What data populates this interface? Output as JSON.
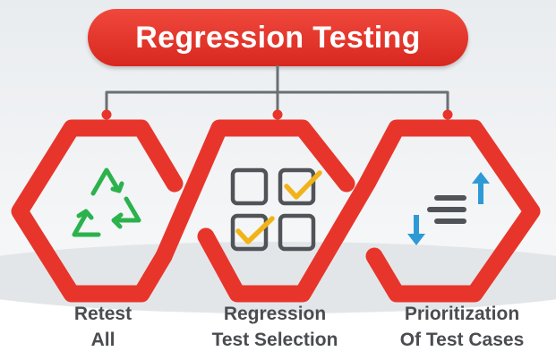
{
  "title": "Regression Testing",
  "colors": {
    "brand_red": "#e8352b",
    "connector_gray": "#6b6e73",
    "icon_green": "#2bb24c",
    "checkbox_gray": "#505358",
    "check_yellow": "#f2b318",
    "arrow_blue": "#2d9ad6",
    "label_text": "#4a4c50"
  },
  "items": [
    {
      "id": "retest-all",
      "icon": "recycle-icon",
      "label_lines": [
        "Retest",
        "All"
      ]
    },
    {
      "id": "regression-test-selection",
      "icon": "checkbox-grid-icon",
      "label_lines": [
        "Regression",
        "Test Selection"
      ]
    },
    {
      "id": "prioritization",
      "icon": "sort-arrows-icon",
      "label_lines": [
        "Prioritization",
        "Of Test Cases"
      ]
    }
  ]
}
